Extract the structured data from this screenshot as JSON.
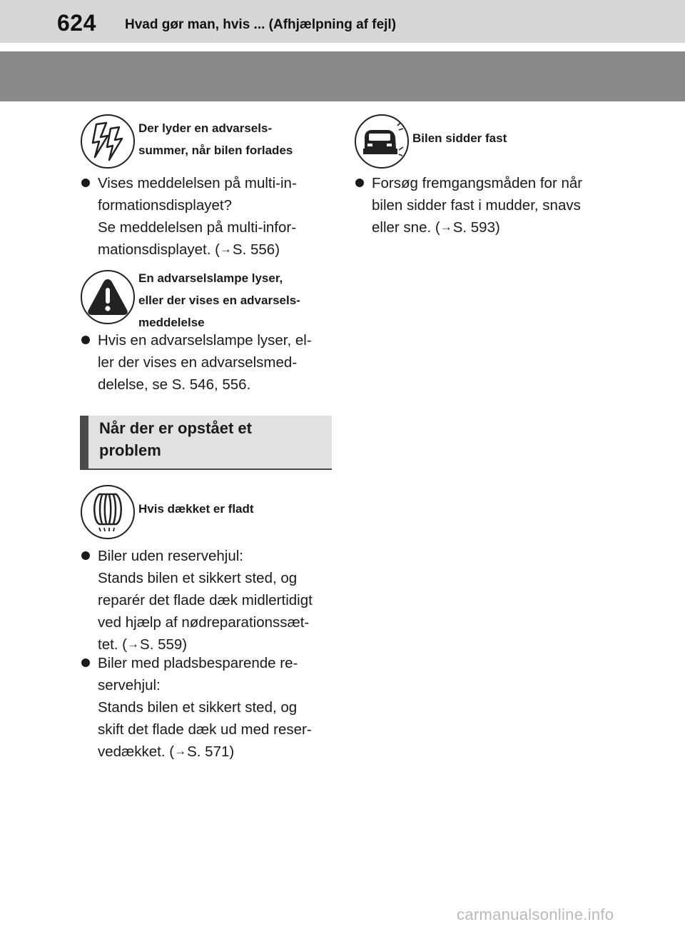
{
  "header": {
    "page_number": "624",
    "chapter_title": "Hvad gør man, hvis ... (Afhjælpning af fejl)"
  },
  "left_column": {
    "warning_buzzer": {
      "icon": "lightning-bolt-icon",
      "title_lines": [
        "Der lyder en advarsels-",
        "summer, når bilen forlades"
      ],
      "bullet_lines": [
        "Vises meddelelsen på multi-in-",
        "formationsdisplayet?",
        "Se meddelelsen på multi-infor-"
      ],
      "bullet_last_prefix": "mationsdisplayet. (",
      "bullet_last_ref": "S. 556)"
    },
    "warning_lamp": {
      "icon": "exclamation-icon",
      "title_lines": [
        "En advarselslampe lyser,",
        "eller der vises en advarsels-",
        "meddelelse"
      ],
      "bullet_lines": [
        "Hvis en advarselslampe lyser, el-",
        "ler der vises en advarselsmed-",
        "delelse, se S. 546, 556."
      ]
    },
    "section_heading": {
      "lines": [
        "Når der er opstået et",
        "problem"
      ]
    },
    "flat_tire": {
      "icon": "flat-tire-icon",
      "title": "Hvis dækket er fladt",
      "bullet1_lines": [
        "Biler uden reservehjul:",
        "Stands bilen et sikkert sted, og",
        "reparér det flade dæk midlertidigt",
        "ved hjælp af nødreparationssæt-"
      ],
      "bullet1_last_prefix": "tet. (",
      "bullet1_last_ref": "S. 559)",
      "bullet2_lines": [
        "Biler med pladsbesparende re-",
        "servehjul:",
        "Stands bilen et sikkert sted, og",
        "skift det flade dæk ud med reser-"
      ],
      "bullet2_last_prefix": "vedækket. (",
      "bullet2_last_ref": "S. 571)"
    }
  },
  "right_column": {
    "stuck": {
      "icon": "car-stuck-icon",
      "title": "Bilen sidder fast",
      "bullet_lines": [
        "Forsøg fremgangsmåden for når",
        "bilen sidder fast i mudder, snavs"
      ],
      "bullet_last_prefix": "eller sne. (",
      "bullet_last_ref": "S. 593)"
    }
  },
  "arrow_glyph": "→",
  "watermark": "carmanualsonline.info",
  "colors": {
    "header_bg": "#d6d6d6",
    "band": "#8a8a8a",
    "section_bg": "#e1e1e1",
    "section_accent": "#4a4a4a"
  }
}
